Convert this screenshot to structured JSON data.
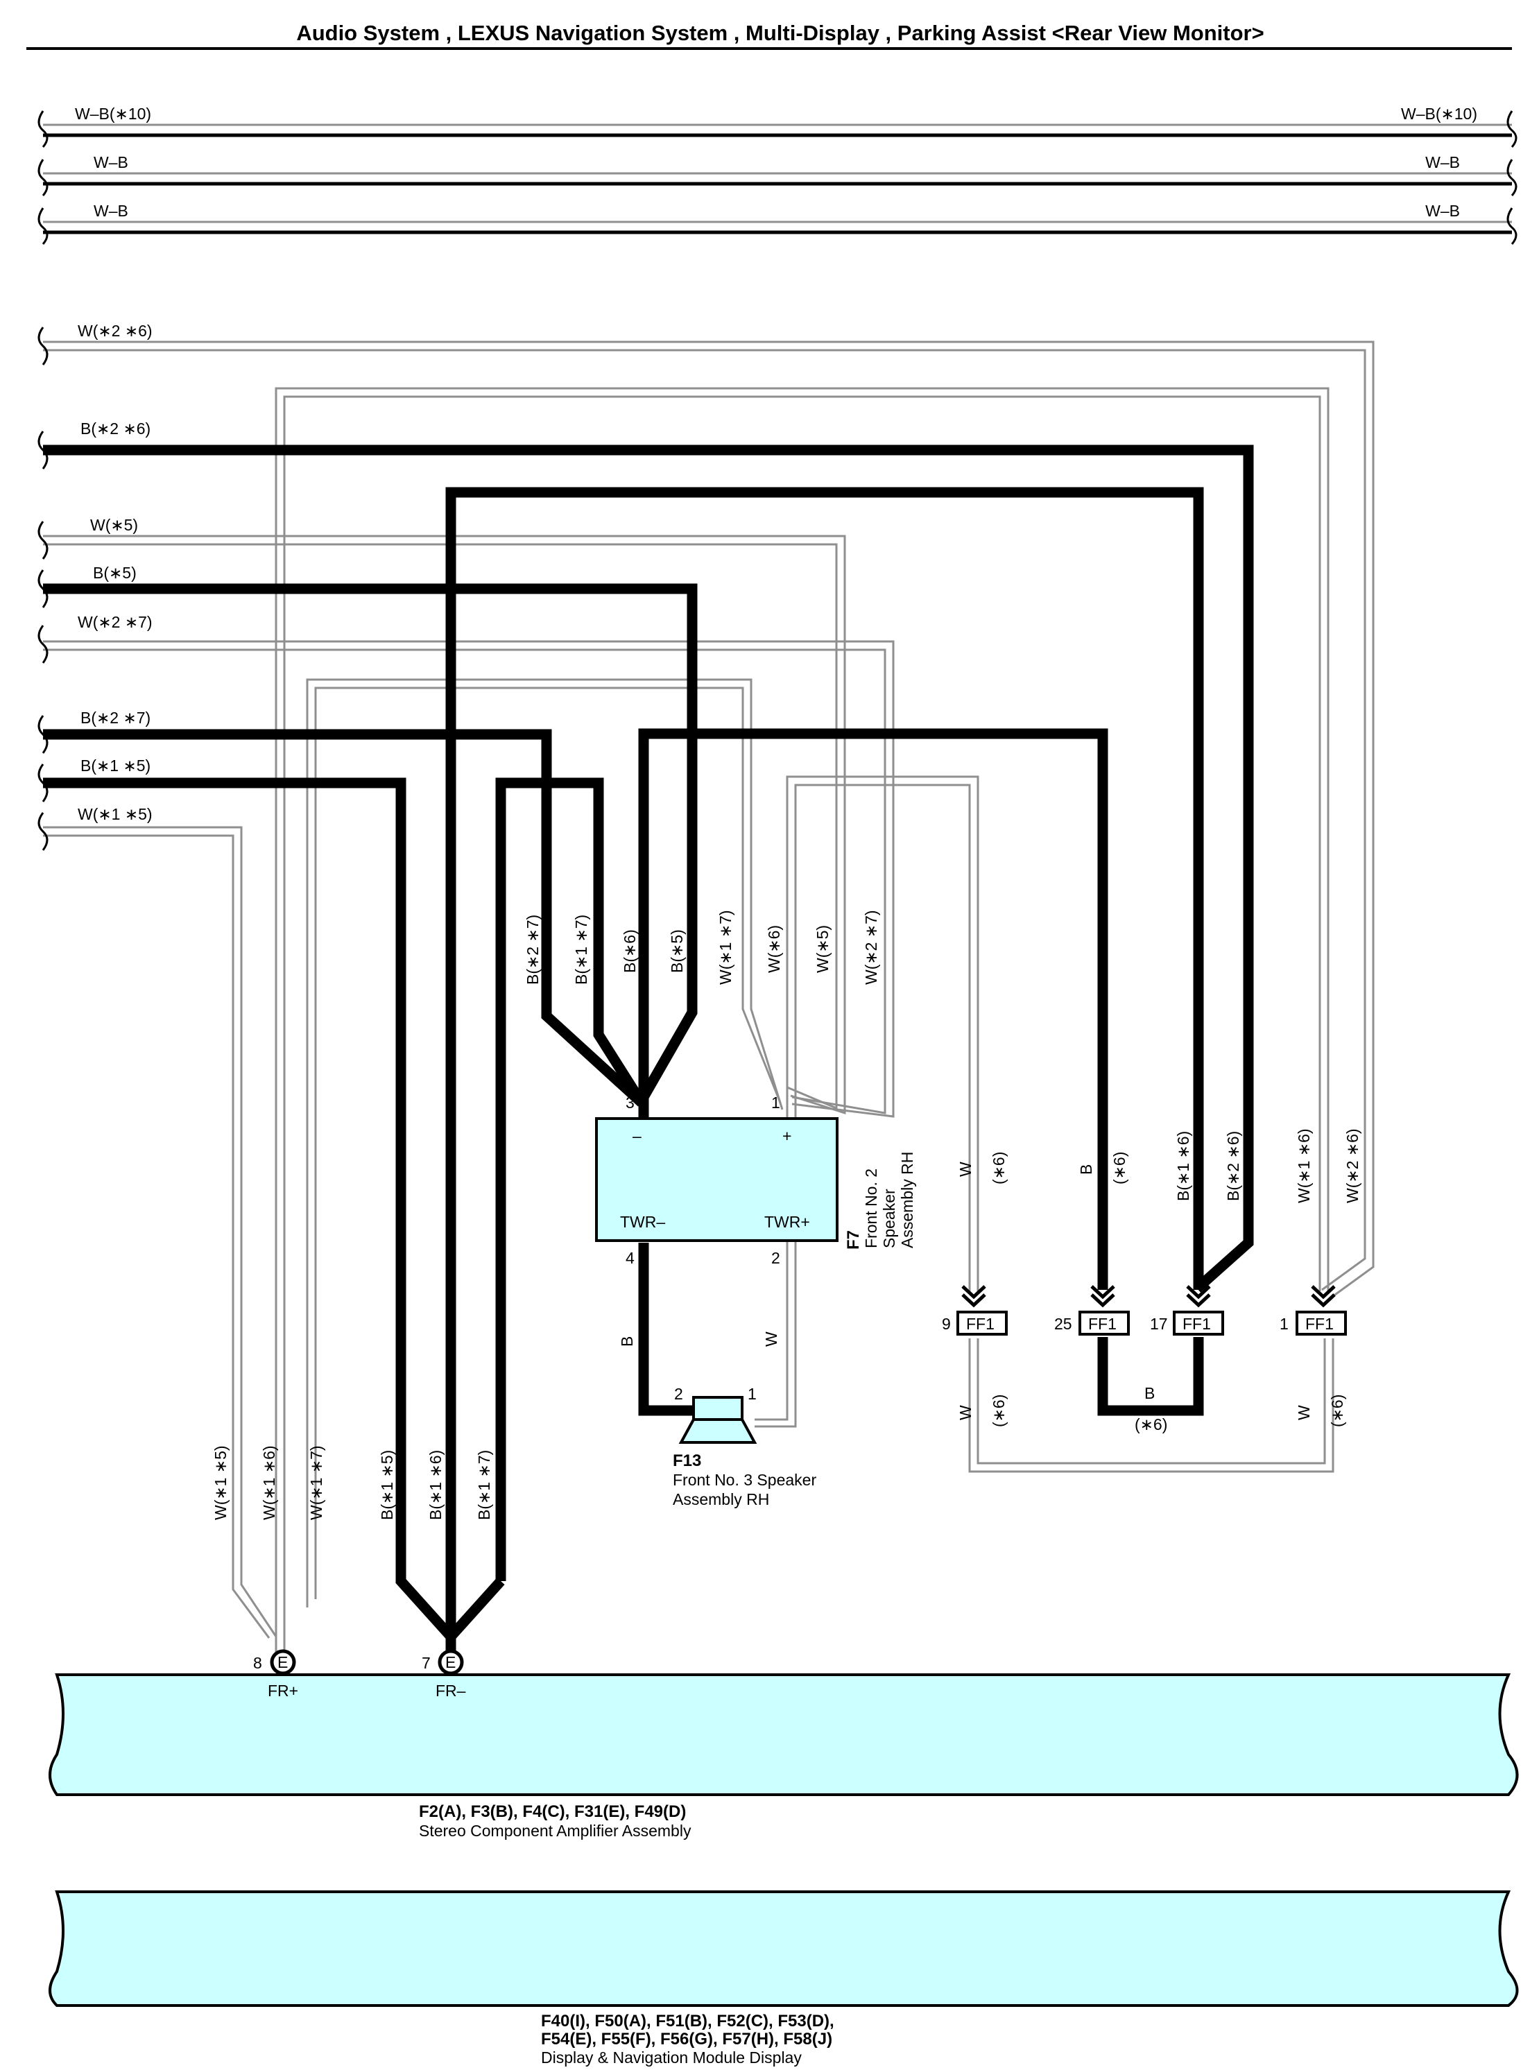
{
  "title": "Audio System , LEXUS Navigation System , Multi-Display , Parking Assist <Rear View Monitor>",
  "top_wires": {
    "wb10_left": "W–B(∗10)",
    "wb10_right": "W–B(∗10)",
    "wb_left_1": "W–B",
    "wb_right_1": "W–B",
    "wb_left_2": "W–B",
    "wb_right_2": "W–B"
  },
  "left_wires": [
    "W(∗2 ∗6)",
    "B(∗2 ∗6)",
    "W(∗5)",
    "B(∗5)",
    "W(∗2 ∗7)",
    "B(∗2 ∗7)",
    "B(∗1 ∗5)",
    "W(∗1 ∗5)"
  ],
  "f7_wires": [
    "B(∗2 ∗7)",
    "B(∗1 ∗7)",
    "B(∗6)",
    "B(∗5)",
    "W(∗1 ∗7)",
    "W(∗6)",
    "W(∗5)",
    "W(∗2 ∗7)"
  ],
  "f7": {
    "code": "F7",
    "name_lines": [
      "Front No. 2",
      "Speaker",
      "Assembly RH"
    ],
    "pin_neg": "3",
    "pin_pos": "1",
    "sign_neg": "–",
    "sign_pos": "+",
    "term_neg": "TWR–",
    "term_pos": "TWR+",
    "pin_b": "4",
    "pin_w": "2",
    "wire_b": "B",
    "wire_w": "W"
  },
  "f13": {
    "code": "F13",
    "name_lines": [
      "Front No. 3 Speaker",
      "Assembly RH"
    ],
    "pin_b": "2",
    "pin_w": "1"
  },
  "ff1": {
    "label": "FF1",
    "pins": [
      "9",
      "25",
      "17",
      "1"
    ],
    "upper_labels": [
      "W",
      "(∗6)",
      "B",
      "(∗6)",
      "B(∗1 ∗6)",
      "B(∗2 ∗6)",
      "W(∗1 ∗6)",
      "W(∗2 ∗6)"
    ],
    "lower_labels": [
      "W",
      "(∗6)",
      "B",
      "(∗6)",
      "W",
      "(∗6)"
    ]
  },
  "bottom_wires": [
    "W(∗1 ∗5)",
    "W(∗1 ∗6)",
    "W(∗1 ∗7)",
    "B(∗1 ∗5)",
    "B(∗1 ∗6)",
    "B(∗1 ∗7)"
  ],
  "amp": {
    "pin_plus": "8",
    "pin_minus": "7",
    "conn": "E",
    "term_plus": "FR+",
    "term_minus": "FR–",
    "codes": "F2(A), F3(B), F4(C), F31(E), F49(D)",
    "name": "Stereo Component Amplifier Assembly"
  },
  "nav": {
    "codes_1": "F40(I), F50(A), F51(B), F52(C), F53(D),",
    "codes_2": "F54(E), F55(F), F56(G), F57(H), F58(J)",
    "name": "Display & Navigation Module Display"
  }
}
